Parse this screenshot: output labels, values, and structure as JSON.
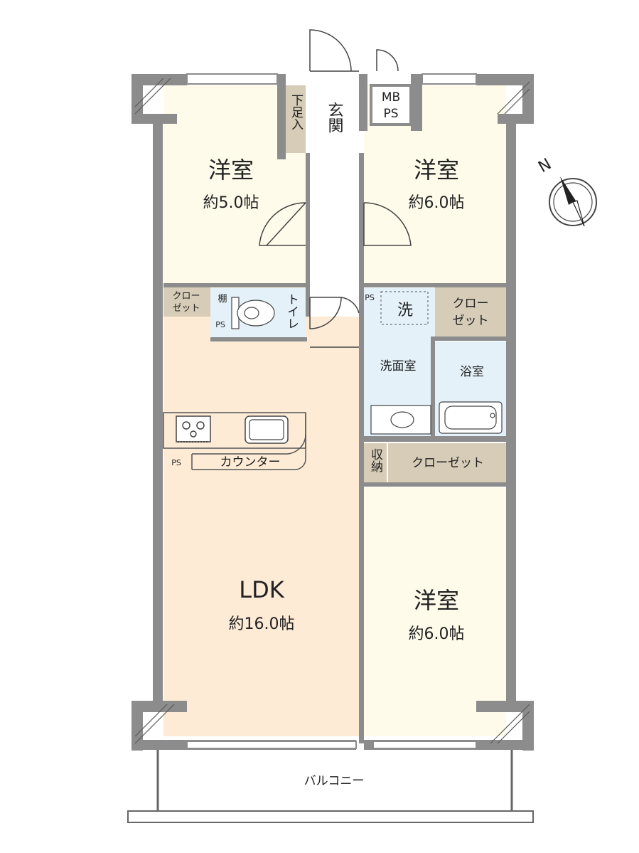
{
  "rooms": {
    "western_nw": {
      "name": "洋室",
      "size": "約5.0帖"
    },
    "western_ne": {
      "name": "洋室",
      "size": "約6.0帖"
    },
    "western_se": {
      "name": "洋室",
      "size": "約6.0帖"
    },
    "ldk": {
      "name": "LDK",
      "size": "約16.0帖"
    }
  },
  "labels": {
    "entrance": "玄関",
    "shoe_box": "下足入",
    "mbps_top": "MB",
    "mbps_bottom": "PS",
    "toilet": "トイレ",
    "shelf": "棚",
    "closet_small_top": "クロー",
    "closet_small_bottom": "ゼット",
    "closet_right_top": "クロー",
    "closet_right_bottom": "ゼット",
    "closet_long": "クローゼット",
    "storage": "収納",
    "washroom": "洗面室",
    "washer": "洗",
    "bath": "浴室",
    "counter": "カウンター",
    "ps_kitchen": "PS",
    "ps_toilet": "PS",
    "ps_wash": "PS",
    "balcony": "バルコニー",
    "compass": "N"
  },
  "colors": {
    "wall": "#8c8c8c",
    "room": "#fefbea",
    "ldk": "#fdebd6",
    "wet": "#e4f1f9",
    "closet": "#d6ccb7",
    "corridor": "#ffffff"
  }
}
